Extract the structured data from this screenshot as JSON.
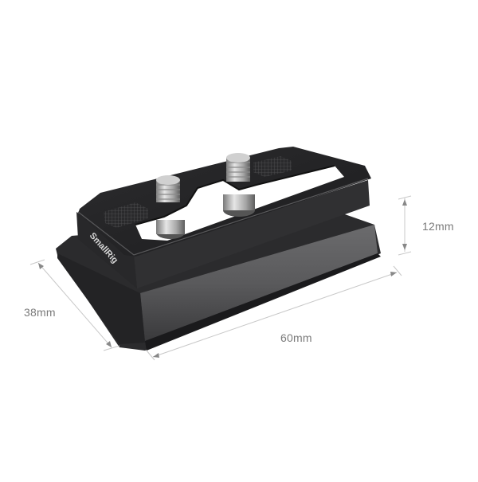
{
  "product": {
    "brand": "SmallRig",
    "type": "quick-release plate",
    "screws": 2,
    "colors": {
      "body": "#2a2a2c",
      "body_top": "#1f1f21",
      "body_side": "#5a5a5c",
      "screw": "#b8b8b8",
      "background": "#ffffff",
      "dimension_line": "#c8c8c8",
      "dimension_text": "#7a7a7a"
    }
  },
  "dimensions": {
    "height": {
      "label": "12mm"
    },
    "width": {
      "label": "38mm"
    },
    "length": {
      "label": "60mm"
    }
  }
}
